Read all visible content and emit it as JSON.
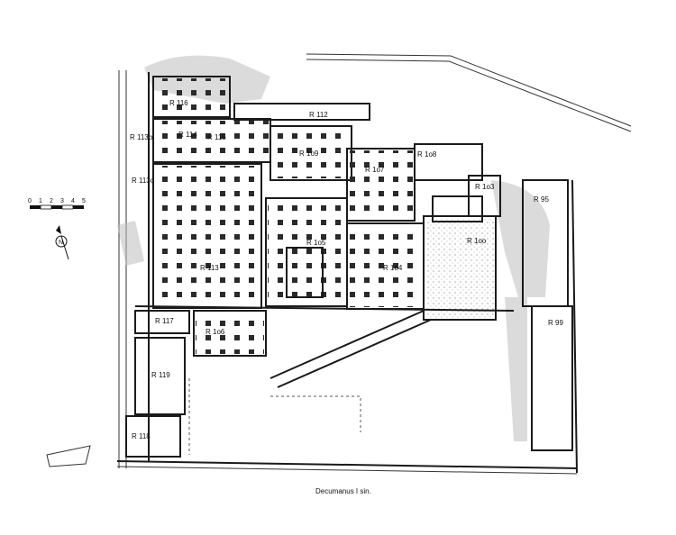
{
  "rooms": {
    "r116": "R 116",
    "r115": "R 115",
    "r114": "R 114",
    "r113b": "R 113b",
    "r113c": "R 113c",
    "r113": "R 113",
    "r112": "R 112",
    "r109": "R 1o9",
    "r108": "R 1o8",
    "r107": "R 1o7",
    "r103": "R 1o3",
    "r105": "R 1o5",
    "r104": "R 1o4",
    "r100": "R 1oo",
    "r95": "R 95",
    "r99": "R 99",
    "r117": "R 117",
    "r106": "R 1o6",
    "r119": "R 119",
    "r118": "R 118"
  },
  "street_label": "Decumanus I sin.",
  "scale": {
    "ticks": [
      "0",
      "1",
      "2",
      "3",
      "4",
      "5"
    ]
  },
  "north_arrow": {
    "label": "N",
    "icon": "north-arrow-icon"
  },
  "colors": {
    "ink": "#1a1a1a",
    "paper": "#ffffff"
  }
}
